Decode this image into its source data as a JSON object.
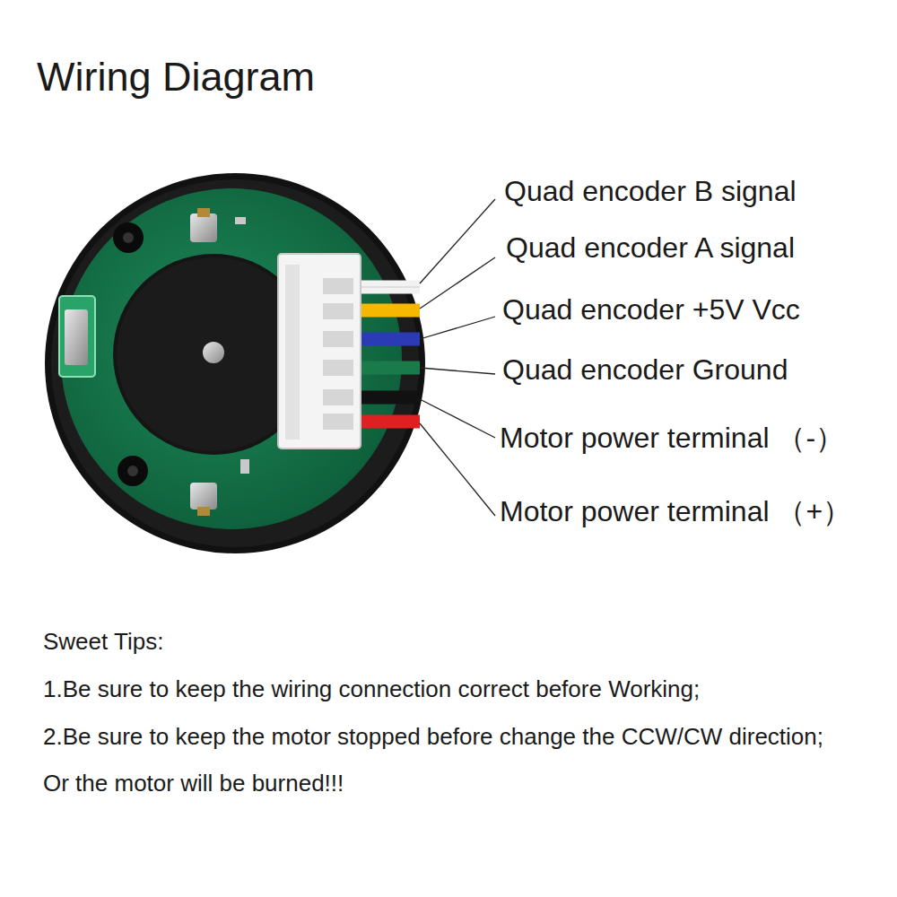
{
  "diagram": {
    "title": "Wiring Diagram",
    "labels": [
      "Quad encoder B signal",
      "Quad encoder A signal",
      "Quad encoder +5V Vcc",
      "Quad encoder Ground",
      "Motor power terminal （-）",
      "Motor power terminal （+）",
      "Sweet Tips:",
      "1.Be sure to keep the wiring connection correct before Working;",
      "2.Be sure to keep the motor stopped before change the CCW/CW direction; Or the motor will be burned!!!"
    ]
  }
}
